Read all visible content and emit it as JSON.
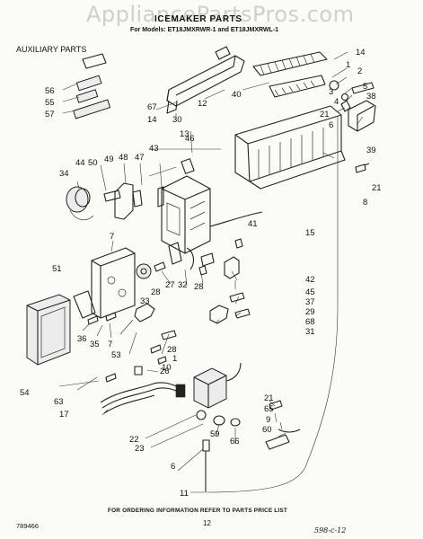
{
  "watermark": "AppliancePartsPros.com",
  "title": "ICEMAKER PARTS",
  "subtitle": "For Models: ET18JMXRWR-1 and ET18JMXRWL-1",
  "auxiliary_label": "AUXILIARY PARTS",
  "footer_note": "FOR ORDERING INFORMATION REFER TO PARTS PRICE LIST",
  "page_number": "12",
  "doc_code": "789466",
  "handwritten_note": "598-c-12",
  "callouts": [
    "14",
    "1",
    "2",
    "5",
    "38",
    "3",
    "4",
    "21",
    "6",
    "39",
    "40",
    "12",
    "67",
    "14",
    "30",
    "13",
    "56",
    "55",
    "57",
    "46",
    "43",
    "44",
    "50",
    "49",
    "48",
    "47",
    "34",
    "7",
    "41",
    "15",
    "8",
    "21",
    "51",
    "27",
    "32",
    "28",
    "33",
    "28",
    "42",
    "45",
    "37",
    "29",
    "68",
    "31",
    "36",
    "35",
    "7",
    "53",
    "28",
    "1",
    "10",
    "26",
    "54",
    "63",
    "17",
    "21",
    "65",
    "9",
    "60",
    "22",
    "23",
    "59",
    "66",
    "6",
    "11"
  ]
}
